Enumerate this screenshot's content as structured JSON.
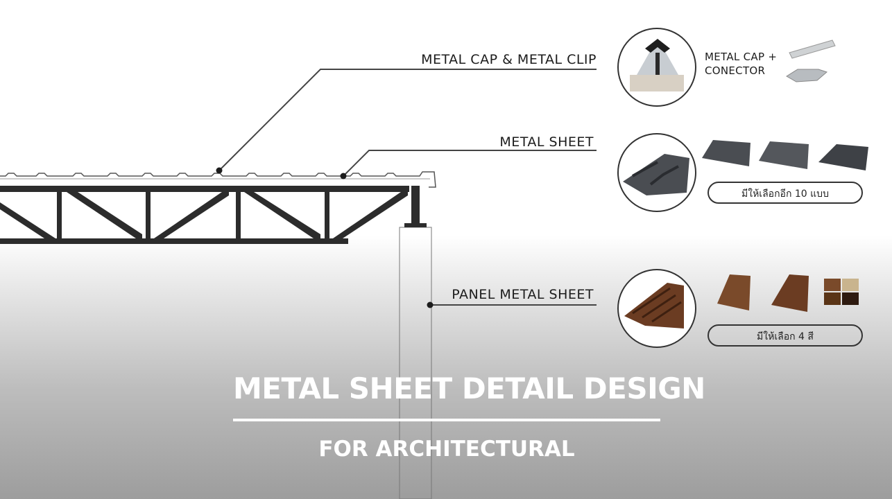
{
  "labels": {
    "cap_clip": "METAL CAP & METAL CLIP",
    "sheet": "METAL SHEET",
    "panel": "PANEL METAL SHEET",
    "cap_connector": "METAL CAP +\nCONECTOR"
  },
  "options": {
    "sheet_more": "มีให้เลือกอีก 10 แบบ",
    "panel_colors": "มีให้เลือก 4 สี"
  },
  "title": {
    "main": "METAL SHEET DETAIL DESIGN",
    "sub": "FOR ARCHITECTURAL"
  },
  "colors": {
    "steel_dark": "#2c2c2c",
    "sheet_grey": "#4a4d52",
    "wood_brown": "#6b3c22",
    "swatches": [
      "#7a4a2a",
      "#c9b48e",
      "#5a3416",
      "#2e1a10"
    ]
  }
}
